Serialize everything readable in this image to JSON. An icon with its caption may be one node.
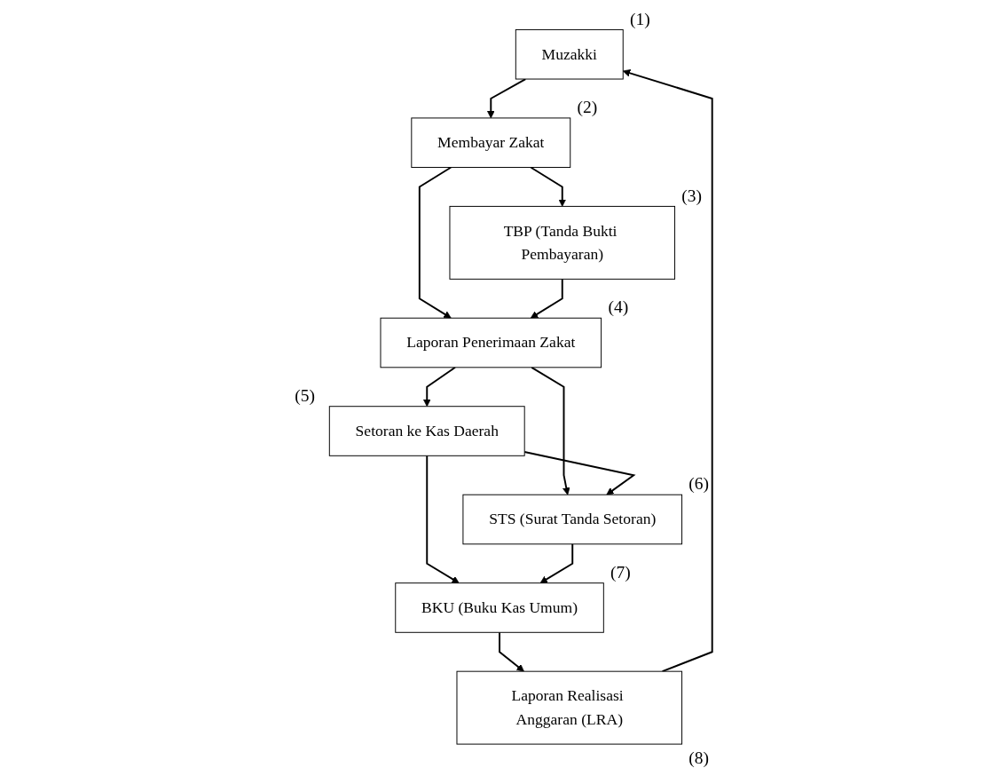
{
  "diagram": {
    "nodes": [
      {
        "text": [
          "Muzakki"
        ],
        "beside": [
          "(1)"
        ]
      },
      {
        "text": [
          "Membayar Zakat"
        ],
        "beside": [
          "(2)"
        ]
      },
      {
        "text": [
          "TBP (Tanda Bukti Pembayaran)"
        ],
        "beside": [
          "(3)"
        ]
      },
      {
        "text": [
          "Laporan Penerimaan Zakat"
        ],
        "beside": [
          "(4)"
        ]
      },
      {
        "text": [
          "Setoran ke Kas Daerah"
        ],
        "beside": [
          "(5)"
        ]
      },
      {
        "text": [
          "STS (Surat Tanda Setoran)"
        ],
        "beside": [
          "(6)"
        ]
      },
      {
        "text": [
          "BKU (Buku Kas Umum)"
        ],
        "beside": [
          "(7)"
        ]
      },
      {
        "text": [
          "Laporan Realisasi Anggaran (LRA)"
        ],
        "beside": [
          "(8)"
        ]
      }
    ],
    "edges": [
      {
        "from": 0,
        "to": 1,
        "arrow": "to"
      },
      {
        "from": 1,
        "to": 2,
        "arrow": "to"
      },
      {
        "from": 1,
        "to": 3,
        "arrow": "to"
      },
      {
        "from": 2,
        "to": 3,
        "arrow": "to"
      },
      {
        "from": 3,
        "to": 4,
        "arrow": "to"
      },
      {
        "from": 3,
        "to": 5,
        "arrow": "to"
      },
      {
        "from": 4,
        "to": 5,
        "arrow": "to"
      },
      {
        "from": 4,
        "to": 6,
        "arrow": "to"
      },
      {
        "from": 5,
        "to": 6,
        "arrow": "to"
      },
      {
        "from": 6,
        "to": 7,
        "arrow": "to"
      },
      {
        "from": 7,
        "to": 0,
        "arrow": "to"
      }
    ]
  }
}
